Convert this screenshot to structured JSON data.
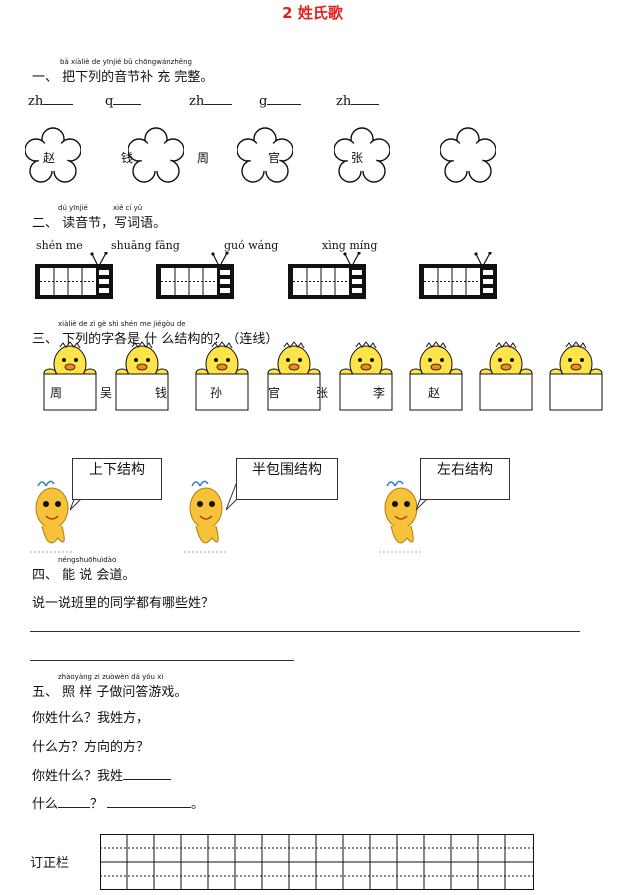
{
  "title": "2 姓氏歌",
  "q1": {
    "pinyin": "bǎ xiàliè de yīnjié bǔ chōngwánzhěng",
    "heading": "一、 把下列的音节补 充 完整。",
    "blanks": [
      "zh",
      "q",
      "zh",
      "g",
      "zh"
    ],
    "flowers": [
      "赵",
      "钱",
      "周",
      "官",
      "张"
    ]
  },
  "q2": {
    "pinyin_a": "dú yīnjié",
    "pinyin_b": "xiě cí yǔ",
    "heading": "二、 读音节，写词语。",
    "words": [
      "shén me",
      "shuāng fāng",
      "guó wáng",
      "xìng míng"
    ]
  },
  "q3": {
    "pinyin": "xiàliè de zì gè shì shén me jiégòu de",
    "heading": "三、 下列的字各是 什 么结构的？（连线）",
    "chars": [
      "周",
      "吴",
      "钱",
      "孙",
      "官",
      "张",
      "李",
      "赵"
    ],
    "bubbles": [
      "上下结构",
      "半包围结构",
      "左右结构"
    ]
  },
  "q4": {
    "pinyin": "néngshuōhuìdào",
    "heading": "四、 能 说 会道。",
    "prompt": "说一说班里的同学都有哪些姓？"
  },
  "q5": {
    "pinyin": "zhàoyàng zi zuòwèn dá yóu xì",
    "heading": "五、 照 样 子做问答游戏。",
    "lines": [
      "你姓什么？我姓方，",
      "什么方？方向的方？",
      "你姓什么？我姓",
      "什么",
      "？",
      "。"
    ]
  },
  "correction": {
    "label": "订正栏"
  }
}
